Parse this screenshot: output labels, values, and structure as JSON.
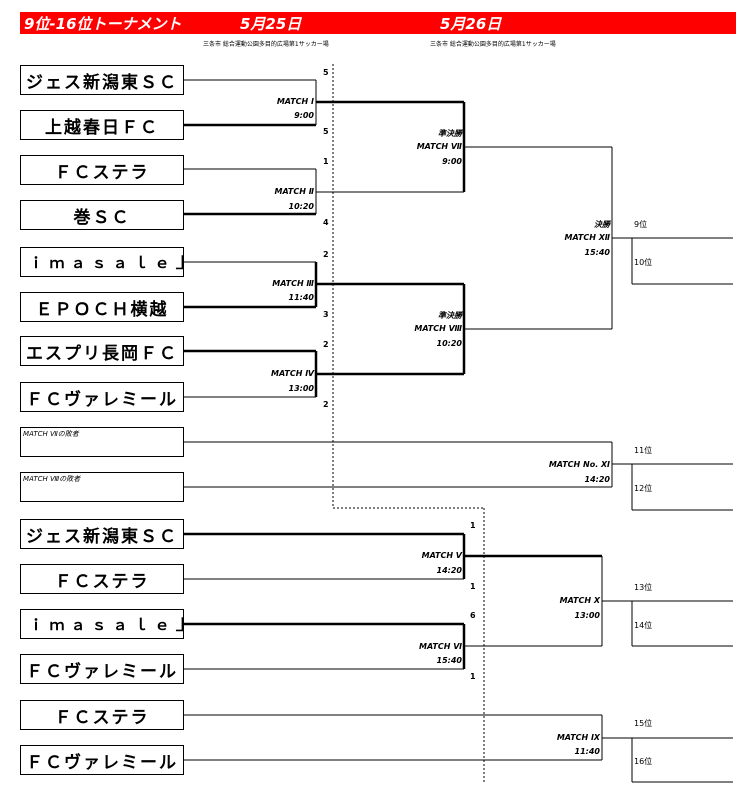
{
  "header": {
    "title": "9位-16位トーナメント",
    "day1": "5月25日",
    "day2": "5月26日",
    "venue1": "三条市 総合運動公園多目的広場第1サッカー場",
    "venue2": "三条市 総合運動公園多目的広場第1サッカー場"
  },
  "teams": [
    "ジェス新潟東ＳＣ",
    "上越春日ＦＣ",
    "ＦＣステラ",
    "巻ＳＣ",
    "Ｐｒｉｍａｓａｌｅ上越",
    "ＥＰＯＣＨ横越",
    "エスプリ長岡ＦＣ",
    "ＦＣヴァレミール",
    "ジェス新潟東ＳＣ",
    "ＦＣステラ",
    "Ｐｒｉｍａｓａｌｅ上越",
    "ＦＣヴァレミール",
    "ＦＣステラ",
    "ＦＣヴァレミール"
  ],
  "placeholders": [
    "MATCH Ⅶの敗者",
    "MATCH Ⅷの敗者"
  ],
  "matches": {
    "m1": {
      "label": "MATCH Ⅰ",
      "time": "9:00"
    },
    "m2": {
      "label": "MATCH Ⅱ",
      "time": "10:20"
    },
    "m3": {
      "label": "MATCH Ⅲ",
      "time": "11:40"
    },
    "m4": {
      "label": "MATCH Ⅳ",
      "time": "13:00"
    },
    "m5": {
      "label": "MATCH Ⅴ",
      "time": "14:20"
    },
    "m6": {
      "label": "MATCH Ⅵ",
      "time": "15:40"
    },
    "m7": {
      "round": "準決勝",
      "label": "MATCH Ⅶ",
      "time": "9:00"
    },
    "m8": {
      "round": "準決勝",
      "label": "MATCH Ⅷ",
      "time": "10:20"
    },
    "m9": {
      "label": "MATCH Ⅸ",
      "time": "11:40"
    },
    "m10": {
      "label": "MATCH Ⅹ",
      "time": "13:00"
    },
    "m11": {
      "label": "MATCH No. Ⅺ",
      "time": "14:20"
    },
    "m12": {
      "round": "決勝",
      "label": "MATCH Ⅻ",
      "time": "15:40"
    }
  },
  "scores": {
    "m1": [
      "5",
      "5"
    ],
    "m2": [
      "1",
      "4"
    ],
    "m3": [
      "2",
      "3"
    ],
    "m4": [
      "2",
      "2"
    ],
    "m5": [
      "1",
      "1"
    ],
    "m6": [
      "6",
      "1"
    ]
  },
  "places": [
    "9位",
    "10位",
    "11位",
    "12位",
    "13位",
    "14位",
    "15位",
    "16位"
  ]
}
